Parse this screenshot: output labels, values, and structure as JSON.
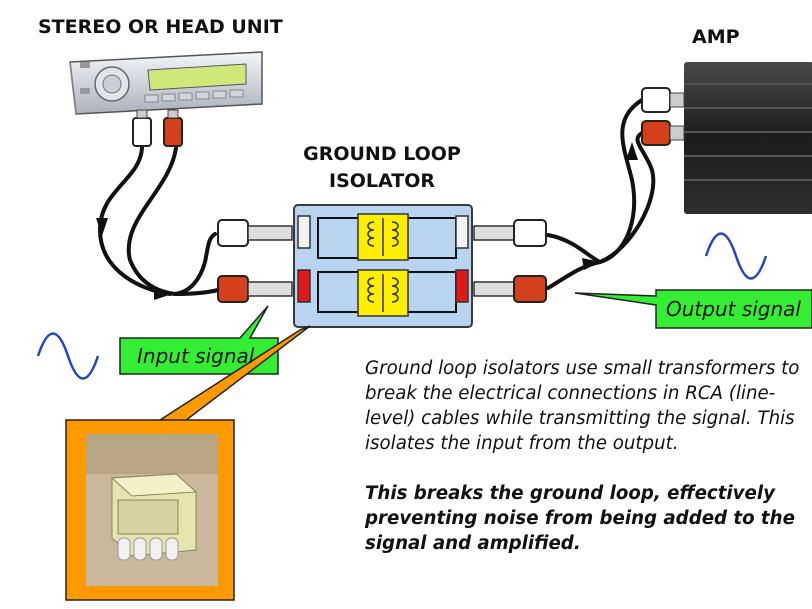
{
  "labels": {
    "head_unit": "STEREO OR HEAD UNIT",
    "amp": "AMP",
    "isolator_line1": "GROUND LOOP",
    "isolator_line2": "ISOLATOR",
    "input_signal": "Input signal",
    "output_signal": "Output signal"
  },
  "description": {
    "p1": "Ground loop isolators use small transformers to break the electrical connections in RCA (line-level) cables while transmitting the signal. This isolates the input from the output.",
    "p2": "This breaks the ground loop, effectively preventing noise from being added to the signal and amplified."
  },
  "colors": {
    "callout_green": "#33ee33",
    "photo_frame_orange": "#ff9900",
    "isolator_blue": "#b8d4f0",
    "transformer_yellow": "#ffee00",
    "rca_red": "#d4401c",
    "wave_blue": "#2244cc"
  }
}
